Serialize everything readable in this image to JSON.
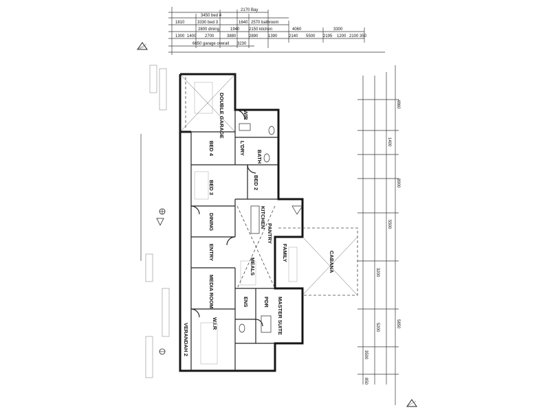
{
  "top_dims": {
    "row1": [
      "3450 bed 4",
      "2170 Bay"
    ],
    "row2": [
      "1810",
      "3330 bed 3",
      "1640",
      "2570 bathroom"
    ],
    "row3": [
      "2800 dining",
      "1940",
      "2150 kitchen",
      "4060",
      "3300"
    ],
    "row4": [
      "1300",
      "1400",
      "2700",
      "3880",
      "2890",
      "1390",
      "2140",
      "5500",
      "2195",
      "1200",
      "2100",
      "350"
    ],
    "row5": [
      "6650 garage overall",
      "3230"
    ]
  },
  "rooms": {
    "double_garage": "DOUBLE GARAGE",
    "bed4": "BED 4",
    "wir": "W/R",
    "bed3": "BED 3",
    "bed2": "BED 2",
    "bath": "BATH",
    "dining": "DINING",
    "kitchen": "KITCHEN",
    "entry": "ENTRY",
    "meals": "MEALS",
    "family": "FAMILY",
    "cabana": "CABANA",
    "media_room": "MEDIA ROOM",
    "master_suite": "MASTER SUITE",
    "wir2": "W.I.R",
    "ens": "ENS",
    "pdr": "PDR",
    "verandah": "VERANDAH 2",
    "laundry": "L'DRY",
    "pantry": "PANTRY"
  },
  "right_dims": [
    "4860",
    "8900",
    "5850",
    "1400",
    "5500",
    "3200",
    "5200",
    "3500",
    "850"
  ]
}
